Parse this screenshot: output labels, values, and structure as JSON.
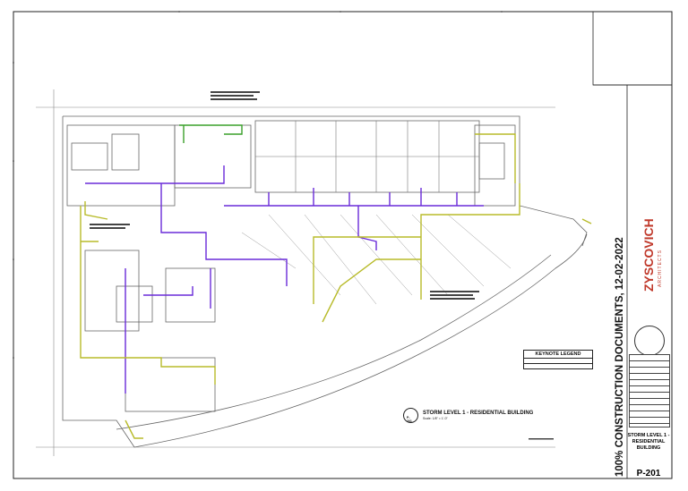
{
  "document_stamp": "100% CONSTRUCTION DOCUMENTS, 12-02-2022",
  "keynote_legend": {
    "title": "KEYNOTE LEGEND"
  },
  "drawing_caption": {
    "title": "STORM LEVEL 1 - RESIDENTIAL BUILDING",
    "scale": "Scale: 1/8\" = 1'-0\"",
    "sheet_ref": "P-201"
  },
  "title_block": {
    "architect": "ZYSCOVICH",
    "architect_sub": "ARCHITECTS",
    "sheet_title": "STORM LEVEL 1 - RESIDENTIAL BUILDING",
    "sheet_number": "P-201",
    "accent_color": "#c0392b"
  },
  "colors": {
    "storm_primary": "#6a2bd9",
    "storm_secondary": "#b8bb2a",
    "roof_drain": "#3aa02a",
    "linework": "#555555"
  }
}
